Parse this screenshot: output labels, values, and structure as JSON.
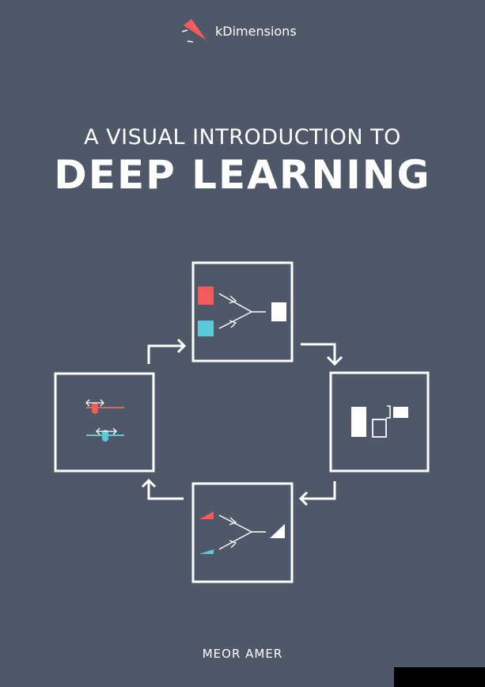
{
  "brand": {
    "name": "kDimensions",
    "logo_icon": "red-triangle-logo",
    "accent": "#f25c5c"
  },
  "cover": {
    "subtitle": "A VISUAL INTRODUCTION TO",
    "title": "DEEP LEARNING",
    "author": "MEOR AMER"
  },
  "colors": {
    "background": "#4e5868",
    "red": "#f25c5c",
    "cyan": "#5cc8d8",
    "white": "#ffffff"
  }
}
